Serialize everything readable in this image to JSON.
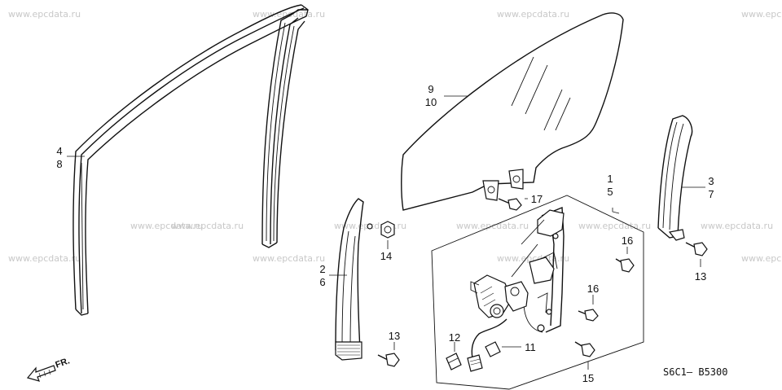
{
  "watermarks": [
    "www.epcdata.ru",
    "www.epcdata.ru",
    "www.epcdata.ru",
    "www.epcdata.ru",
    "www.epc",
    "www.epcdata.ru",
    "www.epcdata.ru",
    "www.epcdata.ru",
    "www.epcdata.ru",
    "www.epcdata.ru",
    "www.epcdata.ru",
    "www.epcdata.ru",
    "www.epcdata.ru",
    "www.epc"
  ],
  "callouts": {
    "c4_8": [
      "4",
      "8"
    ],
    "c9_10": [
      "9",
      "10"
    ],
    "c1_5": [
      "1",
      "5"
    ],
    "c3_7": [
      "3",
      "7"
    ],
    "c2_6": [
      "2",
      "6"
    ],
    "c17": "17",
    "c14": "14",
    "c16a": "16",
    "c16b": "16",
    "c13a": "13",
    "c13b": "13",
    "c12": "12",
    "c11": "11",
    "c15": "15"
  },
  "direction_label": "FR.",
  "diagram_code": "S6C1— B5300",
  "icons": [
    "front-direction-arrow-icon",
    "bolt-icon",
    "nut-icon",
    "connector-icon",
    "window-regulator-motor-icon"
  ]
}
